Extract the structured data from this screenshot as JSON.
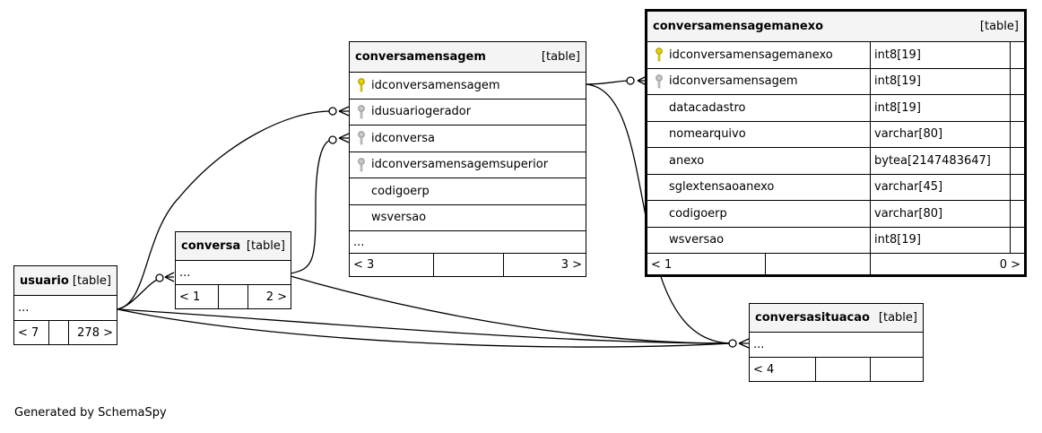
{
  "tables": {
    "conversamensagem": {
      "name": "conversamensagem",
      "type": "[table]",
      "columns": [
        {
          "name": "idconversamensagem",
          "key": "primary"
        },
        {
          "name": "idusuariogerador",
          "key": "foreign"
        },
        {
          "name": "idconversa",
          "key": "foreign"
        },
        {
          "name": "idconversamensagemsuperior",
          "key": "foreign"
        },
        {
          "name": "codigoerp",
          "key": "none"
        },
        {
          "name": "wsversao",
          "key": "none"
        }
      ],
      "ellipsis": "...",
      "footer": {
        "left": "< 3",
        "right": "3 >"
      }
    },
    "conversamensagemanexo": {
      "name": "conversamensagemanexo",
      "type": "[table]",
      "columns": [
        {
          "name": "idconversamensagemanexo",
          "type": "int8[19]",
          "key": "primary"
        },
        {
          "name": "idconversamensagem",
          "type": "int8[19]",
          "key": "foreign"
        },
        {
          "name": "datacadastro",
          "type": "int8[19]",
          "key": "none"
        },
        {
          "name": "nomearquivo",
          "type": "varchar[80]",
          "key": "none"
        },
        {
          "name": "anexo",
          "type": "bytea[2147483647]",
          "key": "none"
        },
        {
          "name": "sglextensaoanexo",
          "type": "varchar[45]",
          "key": "none"
        },
        {
          "name": "codigoerp",
          "type": "varchar[80]",
          "key": "none"
        },
        {
          "name": "wsversao",
          "type": "int8[19]",
          "key": "none"
        }
      ],
      "footer": {
        "left": "< 1",
        "right": "0 >"
      }
    },
    "conversa": {
      "name": "conversa",
      "type": "[table]",
      "ellipsis": "...",
      "footer": {
        "left": "< 1",
        "right": "2 >"
      }
    },
    "usuario": {
      "name": "usuario",
      "type": "[table]",
      "ellipsis": "...",
      "footer": {
        "left": "< 7",
        "right": "278 >"
      }
    },
    "conversasituacao": {
      "name": "conversasituacao",
      "type": "[table]",
      "ellipsis": "...",
      "footer": {
        "left": "< 4",
        "right": ""
      }
    }
  },
  "generated_by": "Generated by SchemaSpy",
  "colors": {
    "primary_key": "#e6d200",
    "foreign_key": "#a8a8a8",
    "header_bg": "#f4f4f4"
  }
}
